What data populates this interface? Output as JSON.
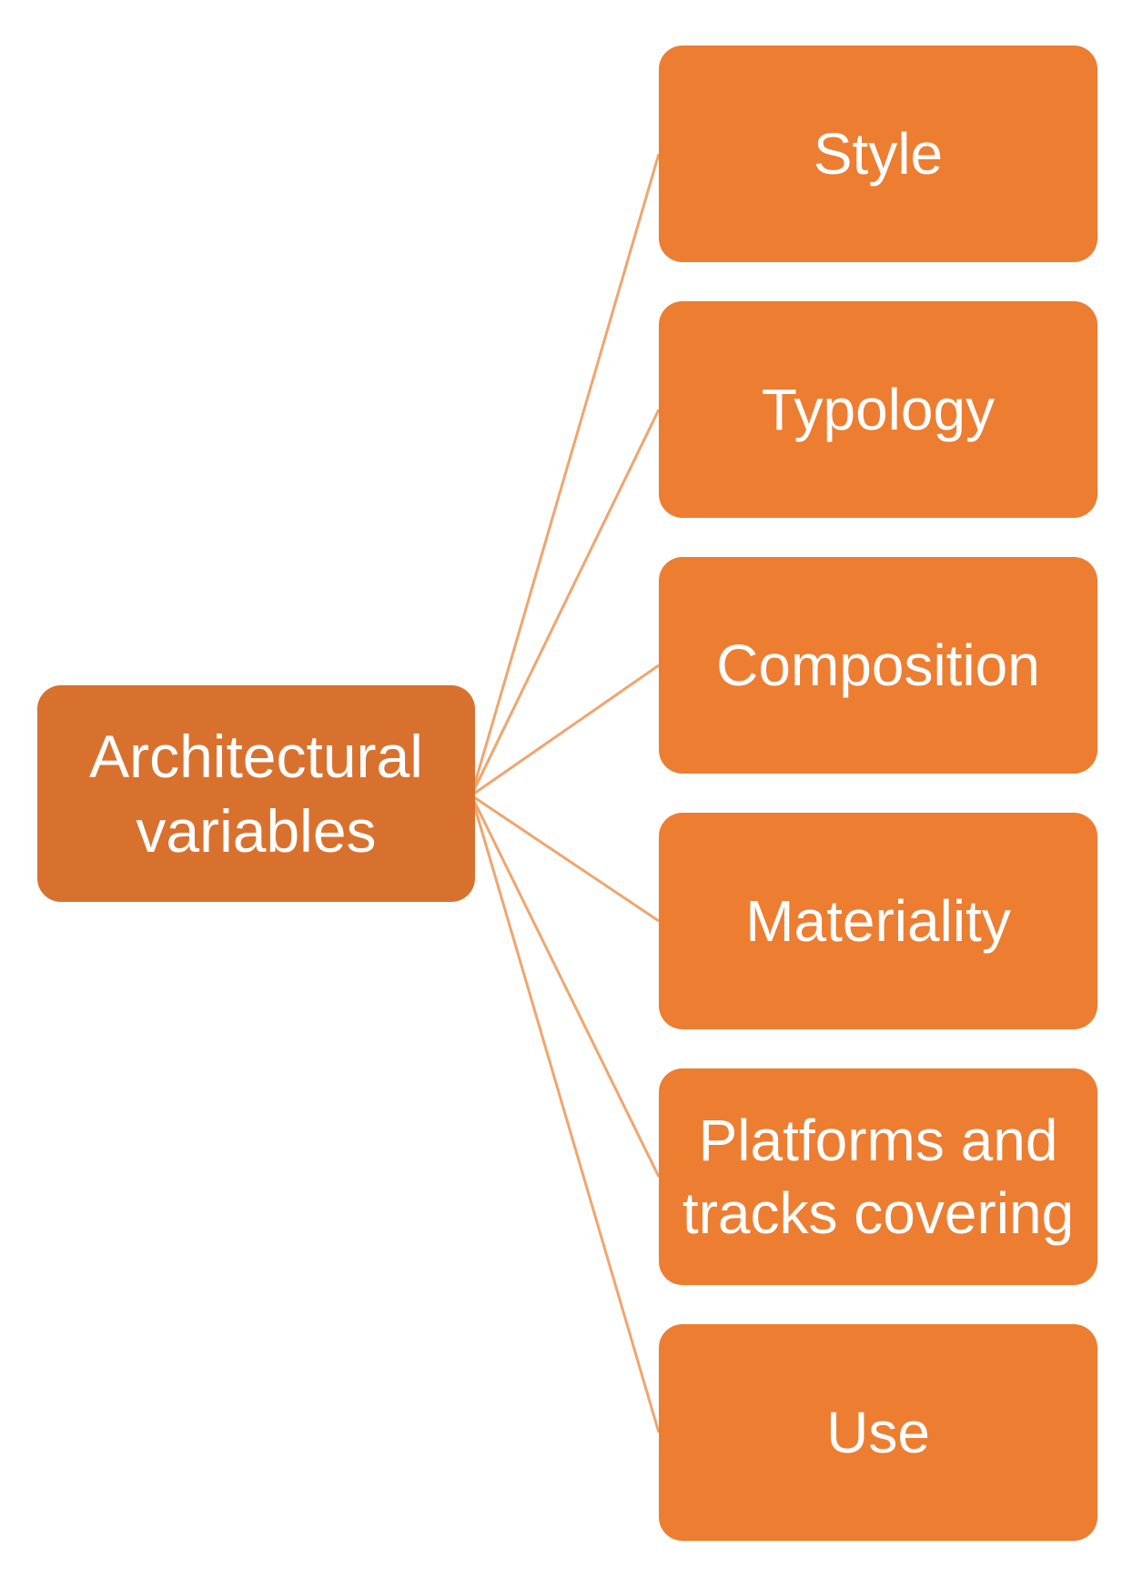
{
  "colors": {
    "root_fill": "#D9712E",
    "child_fill": "#ED7D31",
    "connector": "#F0A56E",
    "label_text": "#FFFFFF"
  },
  "diagram": {
    "root": {
      "label_line1": "Architectural",
      "label_line2": "variables"
    },
    "children": [
      {
        "label_line1": "Style",
        "label_line2": ""
      },
      {
        "label_line1": "Typology",
        "label_line2": ""
      },
      {
        "label_line1": "Composition",
        "label_line2": ""
      },
      {
        "label_line1": "Materiality",
        "label_line2": ""
      },
      {
        "label_line1": "Platforms and",
        "label_line2": "tracks covering"
      },
      {
        "label_line1": "Use",
        "label_line2": ""
      }
    ]
  }
}
